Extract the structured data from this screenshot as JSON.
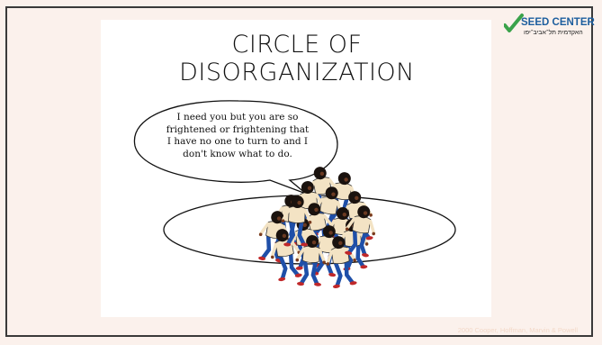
{
  "slide": {
    "title_line1": "CIRCLE OF",
    "title_line2": "DISORGANIZATION",
    "speech": "I need you but you are so frightened or frightening that I have no one to turn to and I don't know what to do.",
    "footer": "2000 Cooper, Hoffman, Marvin & Powell"
  },
  "logo": {
    "name": "SEED CENTER",
    "subtitle": "האקדמית תל־אביב־יפו"
  },
  "colors": {
    "page_bg": "#fbf1ec",
    "panel_bg": "#ffffff",
    "logo_blue": "#1d5e9e",
    "logo_green": "#3aa24a",
    "figure_shirt": "#f3e3c4",
    "figure_pants": "#1f4fa8",
    "figure_shoes": "#c0282a"
  }
}
